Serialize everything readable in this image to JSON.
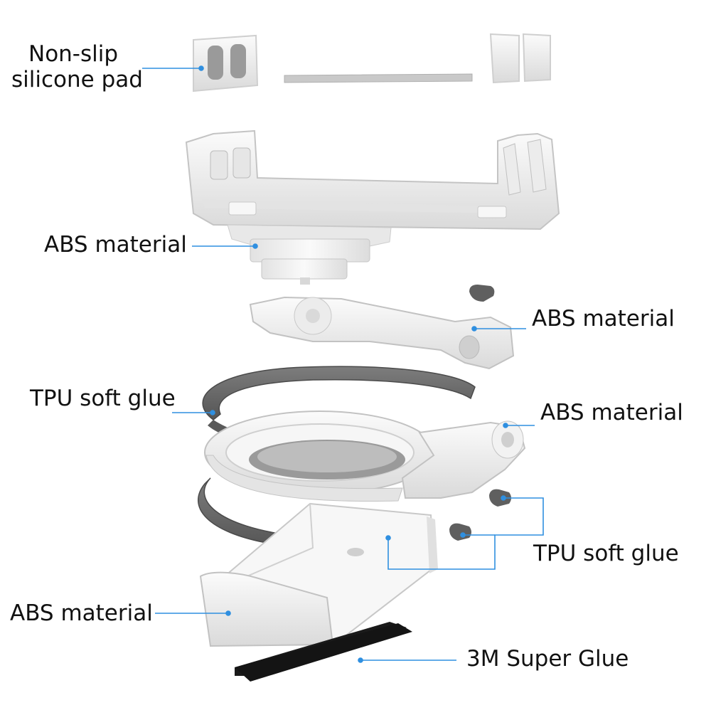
{
  "labels": {
    "nonslip_line1": "Non-slip",
    "nonslip_line2": "silicone pad",
    "abs_holder": "ABS material",
    "abs_arm": "ABS material",
    "tpu_ring": "TPU soft glue",
    "abs_ring": "ABS material",
    "tpu_parts": "TPU soft glue",
    "abs_base": "ABS material",
    "glue_pad": "3M Super Glue"
  },
  "colors": {
    "leader": "#2f8fe0",
    "part_white": "#f4f4f4",
    "part_shade": "#d6d6d6",
    "part_edge": "#bdbdbd",
    "tpu_gray": "#6e6e6e",
    "glue_black": "#1a1a1a"
  }
}
